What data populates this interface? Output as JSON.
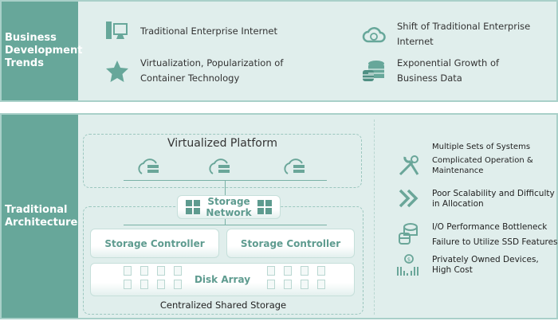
{
  "business": {
    "label": "Business Development Trends",
    "items": [
      {
        "icon": "computer-icon",
        "text": "Traditional Enterprise Internet"
      },
      {
        "icon": "cloud-sync-icon",
        "text": "Shift of Traditional Enterprise Internet"
      },
      {
        "icon": "star-icon",
        "text": "Virtualization, Popularization of Container Technology"
      },
      {
        "icon": "database-icon",
        "text": "Exponential Growth of Business Data"
      }
    ]
  },
  "traditional": {
    "label": "Traditional Architecture",
    "virtualized_platform": "Virtualized Platform",
    "storage_network": "Storage Network",
    "controllers": [
      "Storage Controller",
      "Storage Controller"
    ],
    "disk_array": "Disk Array",
    "centralized": "Centralized Shared Storage",
    "issues": [
      "Multiple Sets of Systems",
      "Complicated Operation & Maintenance",
      "Poor Scalability and Difficulty in Allocation",
      "I/O Performance Bottleneck",
      "Failure to Utilize SSD Features",
      "Privately Owned Devices, High Cost"
    ]
  },
  "colors": {
    "accent": "#67a79a",
    "background": "#e0eeec"
  }
}
